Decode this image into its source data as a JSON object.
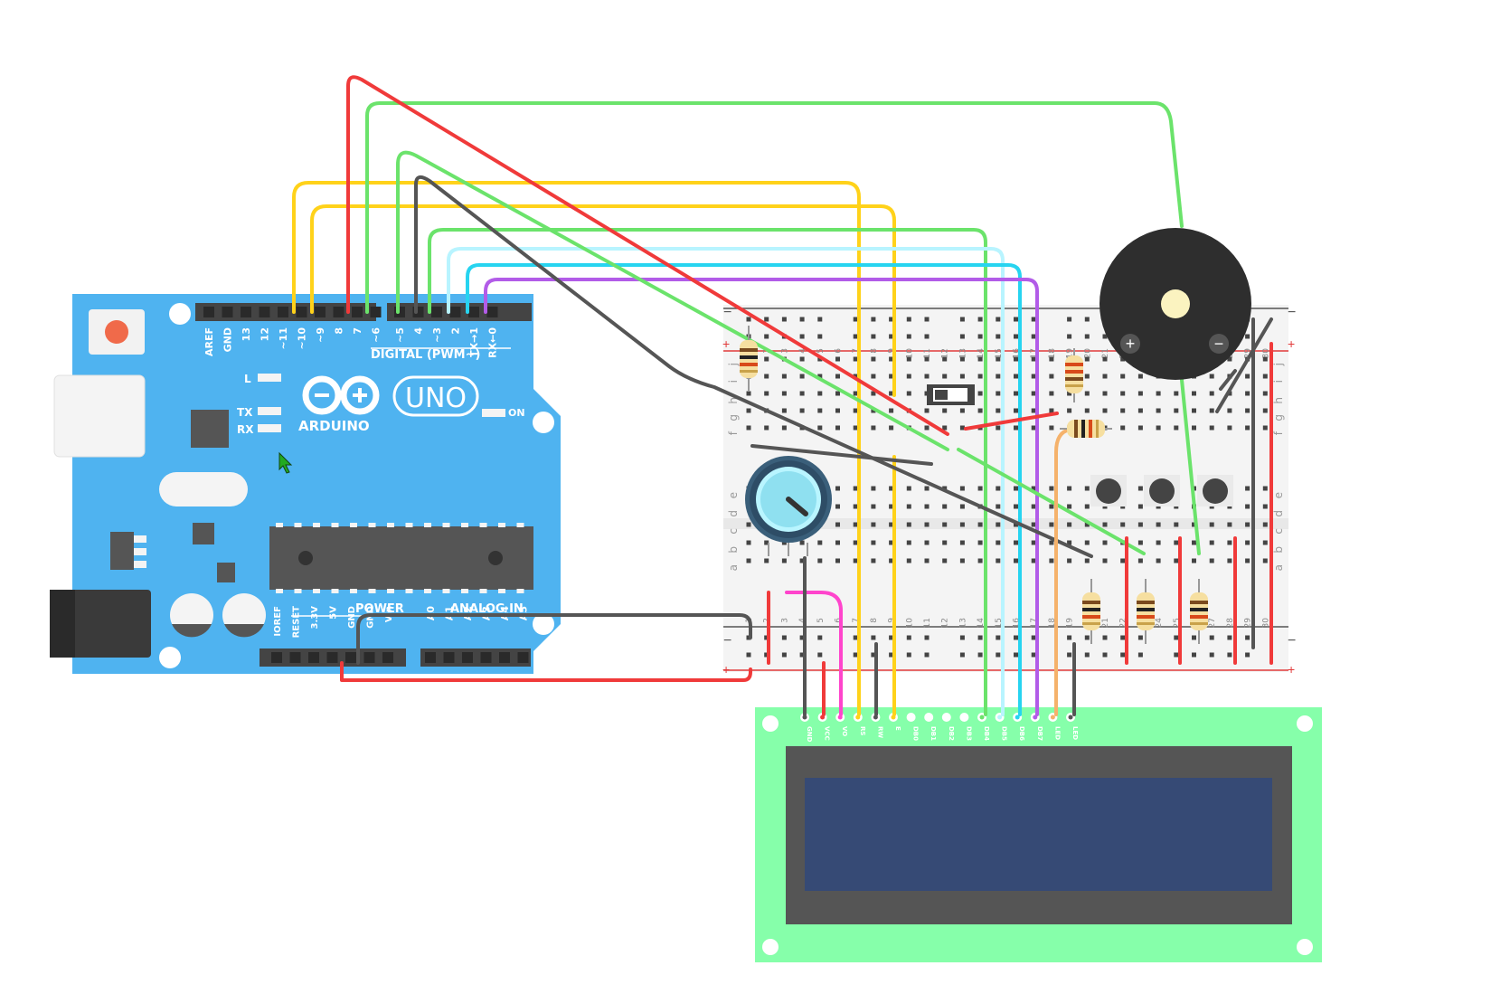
{
  "arduino": {
    "brand": "ARDUINO",
    "model": "UNO",
    "digital_header": "DIGITAL (PWM~)",
    "power_header": "POWER",
    "analog_header": "ANALOG IN",
    "on_label": "ON",
    "led_l": "L",
    "led_tx": "TX",
    "led_rx": "RX",
    "digital_pins": [
      "AREF",
      "GND",
      "13",
      "12",
      "~11",
      "~10",
      "~9",
      "8",
      "7",
      "~6",
      "~5",
      "4",
      "~3",
      "2",
      "TX→1",
      "RX←0"
    ],
    "power_pins": [
      "IOREF",
      "RESET",
      "3.3V",
      "5V",
      "GND",
      "GND",
      "Vin"
    ],
    "analog_pins": [
      "A0",
      "A1",
      "A2",
      "A3",
      "A4",
      "A5"
    ]
  },
  "breadboard": {
    "rail_plus": "+",
    "rail_minus": "−",
    "rows_top": [
      "j",
      "i",
      "h",
      "g",
      "f"
    ],
    "rows_bottom": [
      "e",
      "d",
      "c",
      "b",
      "a"
    ],
    "columns": [
      "1",
      "2",
      "3",
      "4",
      "5",
      "6",
      "7",
      "8",
      "9",
      "10",
      "11",
      "12",
      "13",
      "14",
      "15",
      "16",
      "17",
      "18",
      "19",
      "20",
      "21",
      "22",
      "23",
      "24",
      "25",
      "26",
      "27",
      "28",
      "29",
      "30"
    ]
  },
  "lcd": {
    "pins": [
      "GND",
      "VCC",
      "VO",
      "RS",
      "RW",
      "E",
      "DB0",
      "DB1",
      "DB2",
      "DB3",
      "DB4",
      "DB5",
      "DB6",
      "DB7",
      "LED",
      "LED"
    ]
  },
  "buzzer": {
    "plus": "+",
    "minus": "−"
  },
  "colors": {
    "arduino": "#4fb3f0",
    "lcd_board": "#86ffaa",
    "lcd_screen": "#364a75",
    "wire_red": "#f03a3a",
    "wire_green": "#6be36b",
    "wire_yellow": "#ffd21a",
    "wire_gray": "#555555",
    "wire_cyan": "#27d4f0",
    "wire_lightcyan": "#b8f4ff",
    "wire_purple": "#b25ce8",
    "wire_pink": "#ff44cc",
    "wire_orange": "#f5b26b"
  }
}
